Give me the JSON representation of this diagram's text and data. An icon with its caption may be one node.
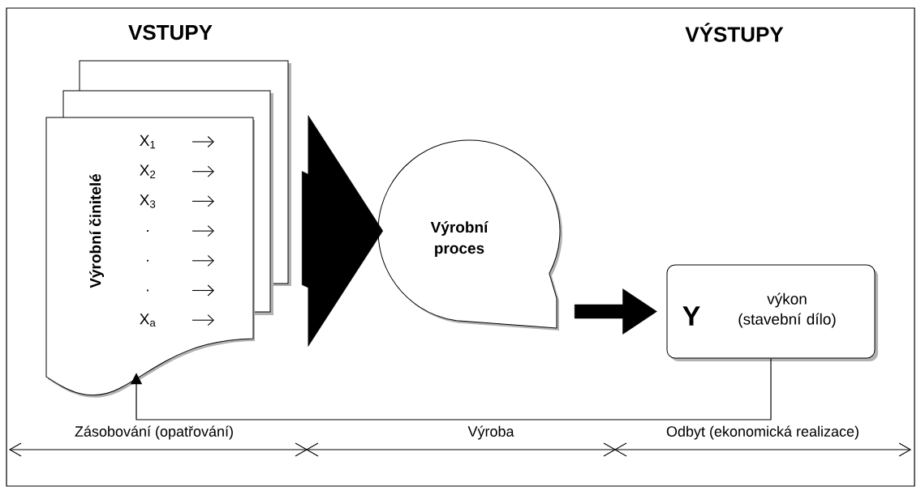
{
  "diagram": {
    "nodes": [
      {
        "text": [
          "Výrobní činitelé",
          "X$_{1}$",
          "X$_{2}$",
          "X$_{3}$",
          ".",
          ".",
          ".",
          "X$_{a}$"
        ]
      },
      {
        "text": [
          "Výrobní proces"
        ]
      },
      {
        "text": [
          "Y",
          "výkon (stavební dílo)"
        ]
      }
    ],
    "edges": [
      {
        "from": 0,
        "to": 1,
        "arrow": "to",
        "style": "thick"
      },
      {
        "from": 1,
        "to": 2,
        "arrow": "to",
        "style": "thick"
      },
      {
        "from": 2,
        "to": 0,
        "arrow": "to"
      }
    ],
    "labels": [
      "VSTUPY",
      "VÝSTUPY",
      "Zásobování (opatřování)",
      "Výroba",
      "Odbyt (ekonomická realizace)"
    ]
  }
}
